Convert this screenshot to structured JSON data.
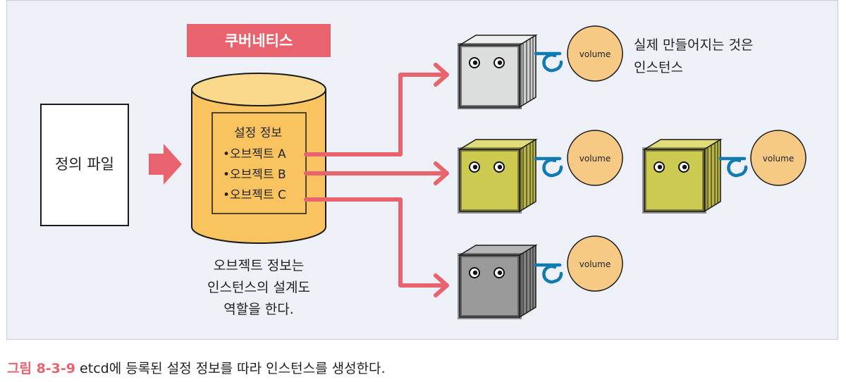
{
  "definition_file": {
    "label": "정의 파일"
  },
  "kubernetes": {
    "label": "쿠버네티스",
    "config": {
      "title": "설정 정보",
      "objects": [
        "•오브젝트 A",
        "•오브젝트 B",
        "•오브젝트 C"
      ]
    },
    "note_lines": [
      "오브젝트 정보는",
      "인스턴스의 설계도",
      "역할을 한다."
    ]
  },
  "instances": {
    "volume_label": "volume",
    "note_lines": [
      "실제 만들어지는 것은",
      "인스턴스"
    ]
  },
  "colors": {
    "arrow": "#e8636d",
    "db_fill": "#f9c45f",
    "db_stroke": "#1a1a1a",
    "volume_fill": "#f6ca85",
    "hose": "#0f7bb0",
    "box_white": "#dcdede",
    "box_olive": "#cdca52",
    "box_gray": "#9a9a9a"
  },
  "caption": {
    "figure_number": "그림 8-3-9",
    "text": " etcd에 등록된 설정 정보를 따라 인스턴스를 생성한다."
  }
}
